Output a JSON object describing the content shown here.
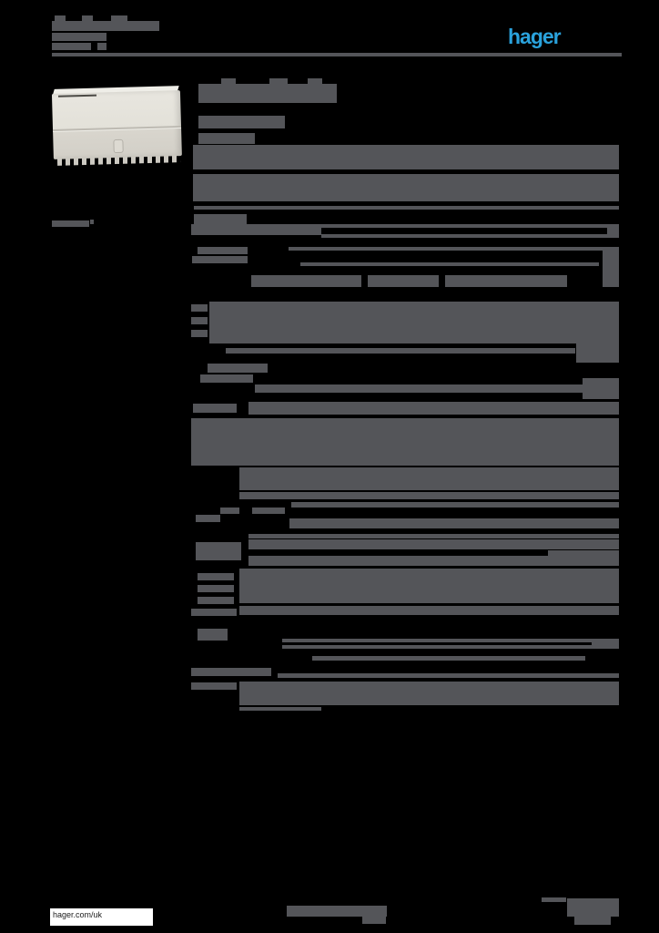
{
  "colors": {
    "background": "#000000",
    "redaction": "#545559",
    "logo_blue": "#2aa2dc",
    "footer_box_bg": "#ffffff",
    "footer_text": "#1a1a1a",
    "product_top": "#efeee8"
  },
  "header": {
    "logo_text": "hager"
  },
  "footer": {
    "website": "hager.com/uk"
  },
  "redacted_blocks": [
    [
      60,
      17,
      12,
      7
    ],
    [
      90,
      17,
      12,
      7
    ],
    [
      122,
      17,
      18,
      7
    ],
    [
      57,
      23,
      118,
      11
    ],
    [
      57,
      36,
      60,
      9
    ],
    [
      57,
      47,
      43,
      8
    ],
    [
      107,
      47,
      10,
      8
    ],
    [
      57,
      242,
      41,
      7
    ],
    [
      99,
      241,
      4,
      5
    ],
    [
      243,
      86,
      16,
      8
    ],
    [
      296,
      86,
      20,
      8
    ],
    [
      338,
      86,
      16,
      8
    ],
    [
      218,
      92,
      152,
      21
    ],
    [
      218,
      127,
      95,
      14
    ],
    [
      218,
      146,
      62,
      12
    ],
    [
      212,
      159,
      468,
      27
    ],
    [
      212,
      191,
      468,
      30
    ],
    [
      213,
      226,
      467,
      4
    ],
    [
      213,
      235,
      58,
      11
    ],
    [
      210,
      246,
      143,
      12
    ],
    [
      353,
      246,
      314,
      4
    ],
    [
      353,
      257,
      314,
      4
    ],
    [
      667,
      246,
      13,
      15
    ],
    [
      217,
      271,
      55,
      8
    ],
    [
      317,
      271,
      363,
      4
    ],
    [
      211,
      281,
      61,
      8
    ],
    [
      330,
      288,
      328,
      4
    ],
    [
      662,
      275,
      18,
      40
    ],
    [
      276,
      302,
      121,
      13
    ],
    [
      404,
      302,
      78,
      13
    ],
    [
      489,
      302,
      134,
      13
    ],
    [
      230,
      331,
      450,
      46
    ],
    [
      210,
      334,
      18,
      8
    ],
    [
      210,
      348,
      18,
      8
    ],
    [
      210,
      362,
      18,
      8
    ],
    [
      248,
      382,
      384,
      6
    ],
    [
      633,
      370,
      47,
      28
    ],
    [
      228,
      399,
      66,
      10
    ],
    [
      220,
      411,
      58,
      9
    ],
    [
      280,
      422,
      360,
      9
    ],
    [
      640,
      415,
      40,
      23
    ],
    [
      212,
      443,
      48,
      10
    ],
    [
      273,
      441,
      407,
      14
    ],
    [
      210,
      459,
      470,
      52
    ],
    [
      263,
      513,
      417,
      25
    ],
    [
      263,
      540,
      417,
      8
    ],
    [
      320,
      551,
      360,
      6
    ],
    [
      242,
      557,
      21,
      7
    ],
    [
      277,
      557,
      36,
      7
    ],
    [
      215,
      565,
      27,
      8
    ],
    [
      318,
      569,
      362,
      11
    ],
    [
      273,
      586,
      407,
      5
    ],
    [
      215,
      595,
      50,
      20
    ],
    [
      273,
      592,
      407,
      11
    ],
    [
      602,
      604,
      78,
      6
    ],
    [
      273,
      610,
      407,
      11
    ],
    [
      263,
      624,
      417,
      38
    ],
    [
      217,
      629,
      40,
      8
    ],
    [
      217,
      642,
      40,
      8
    ],
    [
      217,
      655,
      40,
      8
    ],
    [
      263,
      665,
      417,
      10
    ],
    [
      210,
      668,
      50,
      8
    ],
    [
      217,
      690,
      33,
      13
    ],
    [
      310,
      701,
      370,
      4
    ],
    [
      650,
      701,
      30,
      11
    ],
    [
      310,
      708,
      370,
      4
    ],
    [
      343,
      720,
      300,
      5
    ],
    [
      210,
      733,
      88,
      9
    ],
    [
      305,
      739,
      375,
      5
    ],
    [
      263,
      748,
      417,
      26
    ],
    [
      210,
      749,
      50,
      8
    ],
    [
      263,
      776,
      90,
      4
    ],
    [
      315,
      994,
      110,
      12
    ],
    [
      398,
      1006,
      26,
      8
    ],
    [
      595,
      985,
      27,
      5
    ],
    [
      623,
      986,
      57,
      20
    ],
    [
      631,
      1006,
      40,
      9
    ]
  ]
}
